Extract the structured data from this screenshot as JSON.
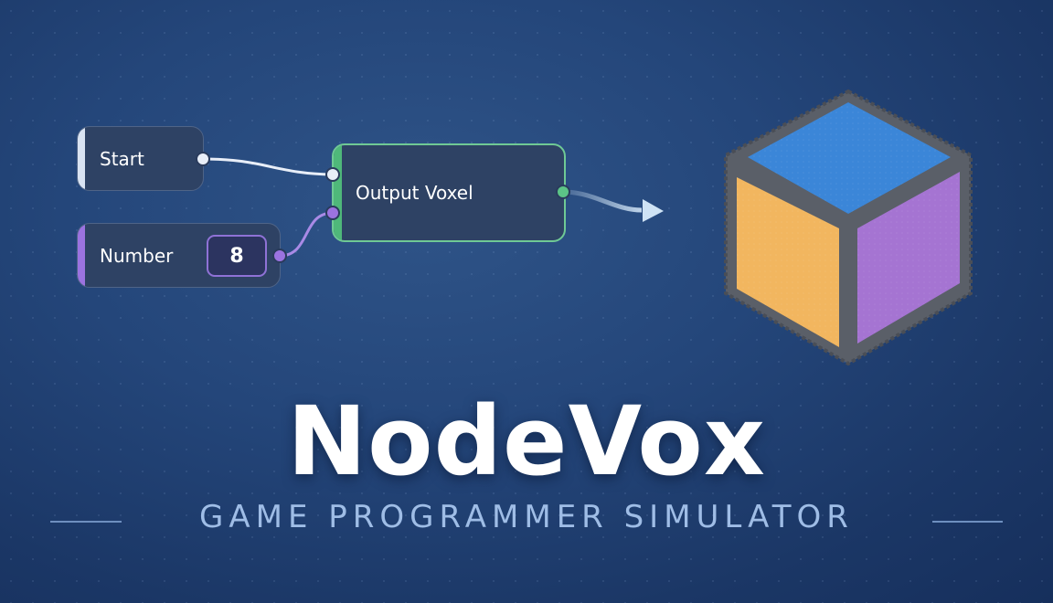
{
  "nodes": {
    "start": {
      "label": "Start"
    },
    "number": {
      "label": "Number",
      "value": "8"
    },
    "output": {
      "label": "Output Voxel"
    }
  },
  "cube": {
    "top_color": "#3b86d8",
    "left_color": "#f2b65f",
    "right_color": "#a574d2",
    "frame_color": "#5a5f68"
  },
  "wire_colors": {
    "flow": "#e8eef8",
    "number": "#a98ae6",
    "output": "#cfe3f5"
  },
  "title": "NodeVox",
  "subtitle": "GAME PROGRAMMER SIMULATOR"
}
